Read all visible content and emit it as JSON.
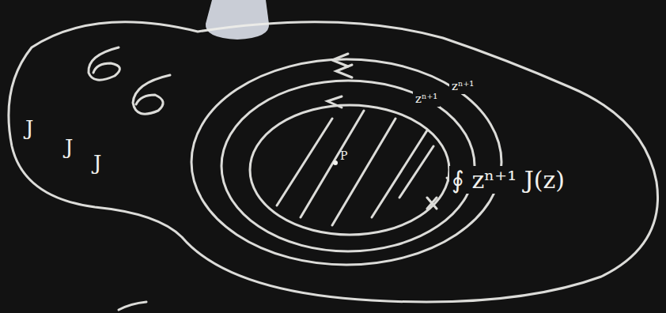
{
  "diagram": {
    "labels": [
      "J",
      "J",
      "J",
      "P",
      "zⁿ⁺¹",
      "zⁿ⁺¹",
      "∮ zⁿ⁺¹ J(z)"
    ]
  }
}
